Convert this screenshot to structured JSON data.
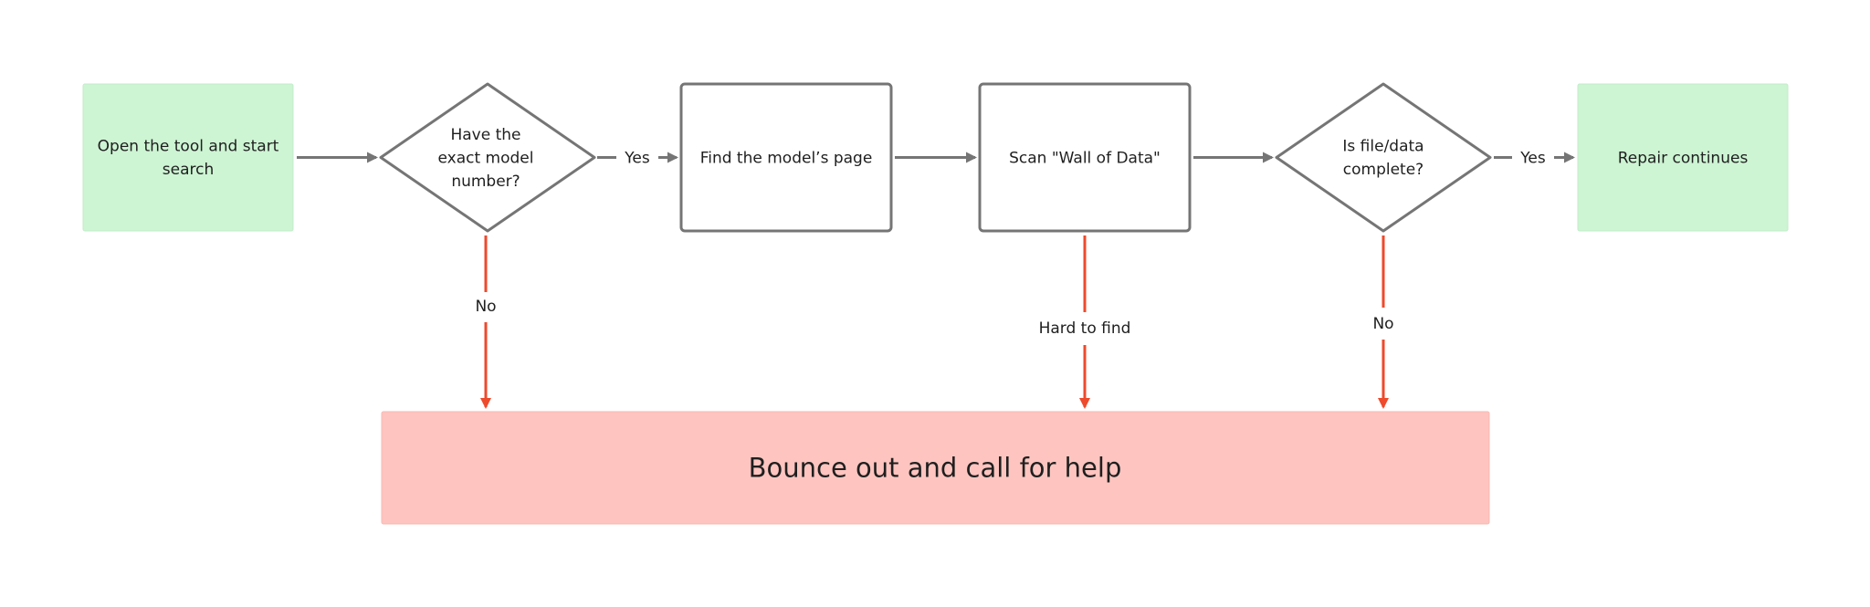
{
  "nodes": {
    "start": [
      "Open the tool and start",
      "search"
    ],
    "decision_model": [
      "Have the",
      "exact model",
      "number?"
    ],
    "find_page": [
      "Find the model’s page"
    ],
    "scan_wall": [
      "Scan \"Wall of Data\""
    ],
    "decision_complete": [
      "Is file/data",
      "complete?"
    ],
    "repair": [
      "Repair continues"
    ],
    "bounce": [
      "Bounce out and call for help"
    ]
  },
  "edges": {
    "yes_1": "Yes",
    "yes_2": "Yes",
    "no_1": "No",
    "hard_to_find": "Hard to find",
    "no_2": "No"
  },
  "colors": {
    "start_end_fill": "#cdf4d3",
    "bounce_fill": "#fec5c0",
    "node_stroke": "#757575",
    "flow_arrow": "#757575",
    "fail_arrow": "#ee4a2c"
  }
}
